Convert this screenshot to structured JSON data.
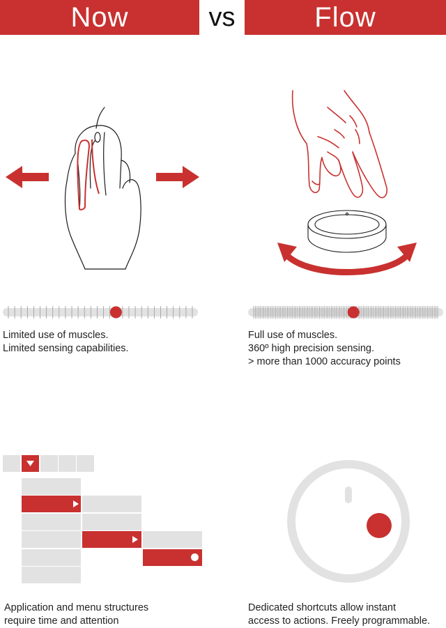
{
  "header": {
    "left_title": "Now",
    "vs": "vs",
    "right_title": "Flow"
  },
  "now": {
    "slider_value": 0.58,
    "caption_lines": [
      "Limited use of muscles.",
      "Limited sensing capabilities."
    ]
  },
  "flow": {
    "slider_value": 0.54,
    "caption_lines": [
      "Full use of muscles.",
      "360º high precision sensing.",
      "> more than 1000 accuracy points"
    ]
  },
  "menu": {
    "caption_lines": [
      "Application and menu structures",
      "require time and attention"
    ]
  },
  "dial": {
    "caption_lines": [
      "Dedicated shortcuts allow instant",
      "access to actions. Freely programmable."
    ]
  },
  "colors": {
    "accent": "#c8312f",
    "track": "#e2e2e2",
    "line": "#1a1a1a"
  },
  "icons": [
    "arrow-left-icon",
    "arrow-right-icon",
    "mouse-hand-icon",
    "hand-icon",
    "flow-device-icon",
    "rotate-arrow-icon",
    "dropdown-arrow-icon",
    "submenu-arrow-icon",
    "dial-icon"
  ]
}
